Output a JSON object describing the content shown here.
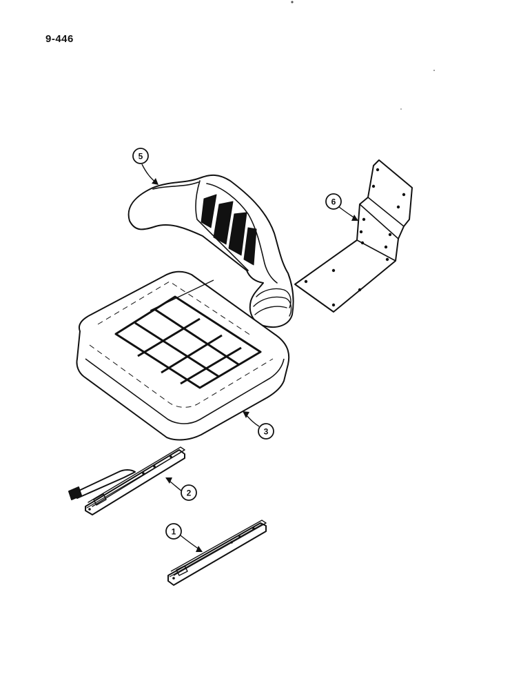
{
  "page": {
    "number": "9-446"
  },
  "callouts": [
    {
      "id": "1",
      "part": "seat-slide-rail"
    },
    {
      "id": "2",
      "part": "seat-slide-rail-with-adjust-lever"
    },
    {
      "id": "3",
      "part": "seat-cushion"
    },
    {
      "id": "5",
      "part": "backrest-armrest-cushion"
    },
    {
      "id": "6",
      "part": "seat-back-support-bracket"
    }
  ],
  "colors": {
    "ink": "#111111",
    "paper": "#ffffff"
  }
}
